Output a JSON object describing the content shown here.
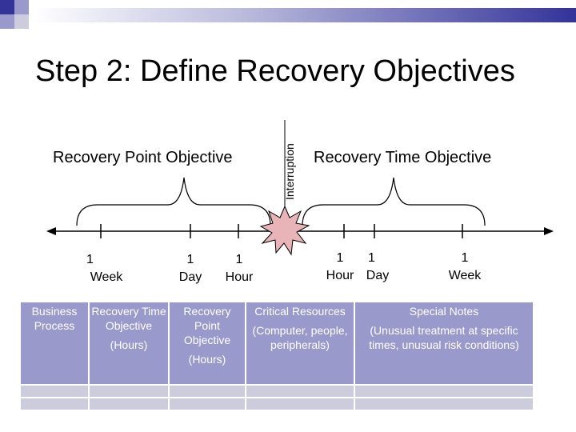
{
  "title": "Step 2: Define Recovery Objectives",
  "rpo_label": "Recovery Point Objective",
  "rto_label": "Recovery Time Objective",
  "interruption_label": "Interruption",
  "ticks_left": [
    {
      "num": "1",
      "unit": "Week"
    },
    {
      "num": "1",
      "unit": "Day"
    },
    {
      "num": "1",
      "unit": "Hour"
    }
  ],
  "ticks_right": [
    {
      "num": "1",
      "unit": "Hour"
    },
    {
      "num": "1",
      "unit": "Day"
    },
    {
      "num": "1",
      "unit": "Week"
    }
  ],
  "table": {
    "headers": [
      {
        "main": "Business Process",
        "sub": ""
      },
      {
        "main": "Recovery Time Objective",
        "sub": "(Hours)"
      },
      {
        "main": "Recovery Point Objective",
        "sub": "(Hours)"
      },
      {
        "main": "Critical Resources",
        "sub": "(Computer, people, peripherals)"
      },
      {
        "main": "Special Notes",
        "sub": "(Unusual treatment at specific times, unusual risk conditions)"
      }
    ],
    "blank_rows": 2
  },
  "colors": {
    "header_bg": "#9999cc",
    "row_bg": "#ccccdd",
    "burst": "#e8b4b8",
    "deco_dark": "#333399",
    "deco_light": "#9999cc"
  }
}
